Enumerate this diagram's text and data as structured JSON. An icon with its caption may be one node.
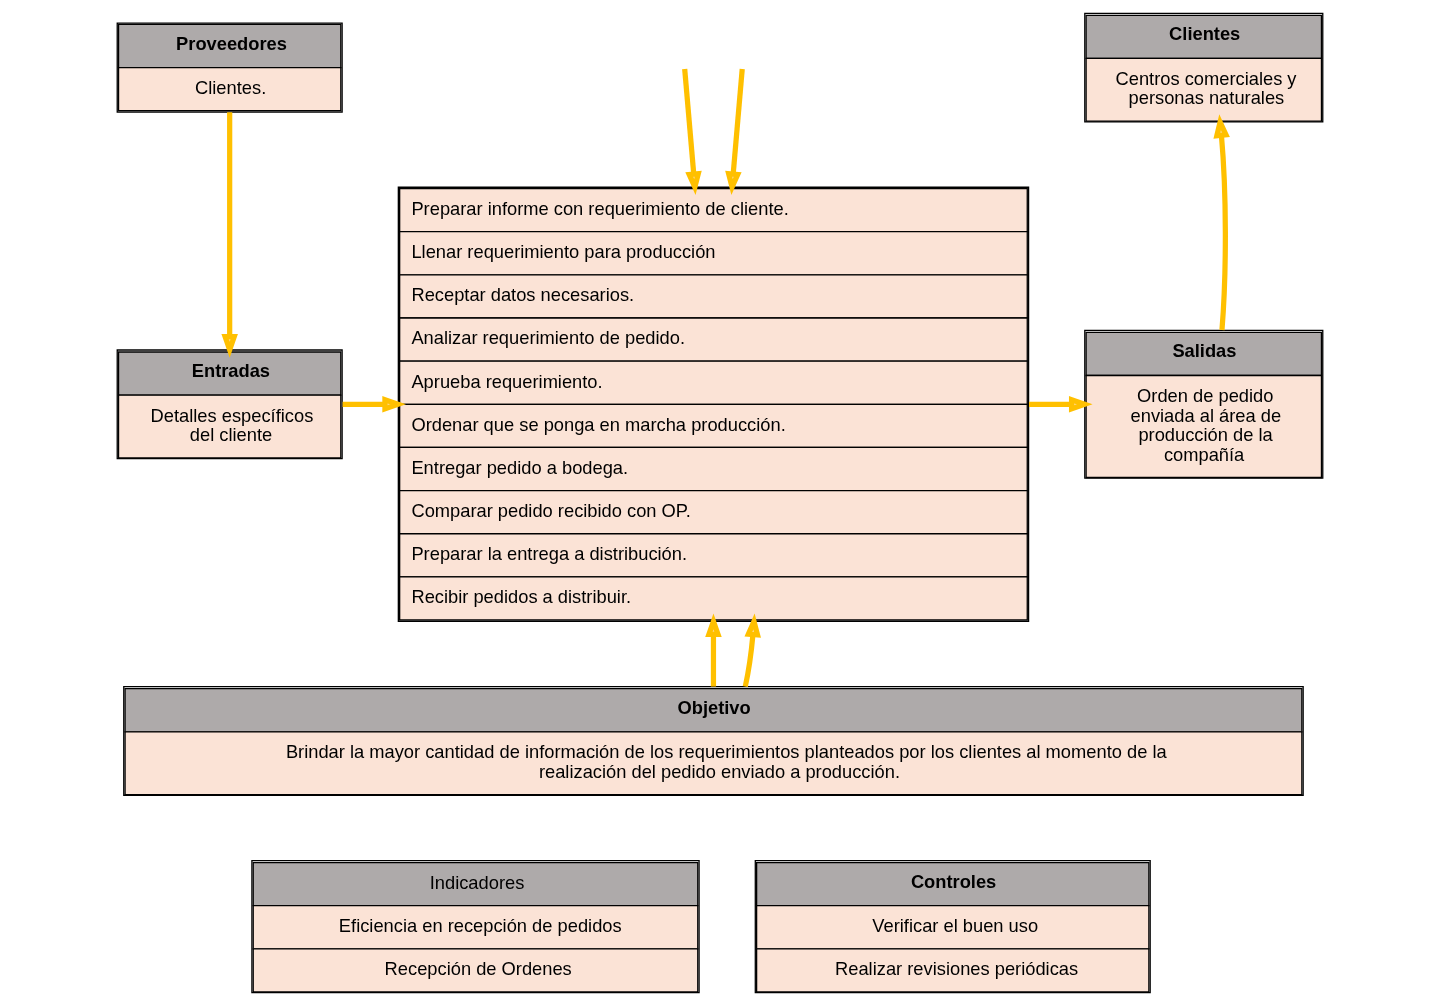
{
  "diagram": {
    "nodes": [
      {
        "text": [
          "Proveedores",
          "Clientes."
        ]
      },
      {
        "text": [
          "Entradas",
          "Detalles específicos del cliente"
        ]
      },
      {
        "text": [
          "Preparar informe con requerimiento de cliente.",
          "Llenar requerimiento para producción",
          "Receptar datos necesarios.",
          "Analizar requerimiento de pedido.",
          "Aprueba requerimiento.",
          "Ordenar que se ponga en marcha producción.",
          "Entregar pedido a bodega.",
          "Comparar pedido recibido con OP.",
          "Preparar la entrega a distribución.",
          "Recibir pedidos a distribuir."
        ]
      },
      {
        "text": [
          "Salidas",
          "Orden de pedido enviada al área de producción de la compañía"
        ]
      },
      {
        "text": [
          "Clientes",
          "Centros comerciales y personas naturales"
        ]
      },
      {
        "text": [
          "Objetivo",
          "Brindar la mayor cantidad de información de los requerimientos planteados por los clientes al momento de la realización del pedido enviado a producción."
        ]
      },
      {
        "text": [
          "Indicadores",
          "Eficiencia en recepción de pedidos",
          "Recepción de Ordenes"
        ]
      },
      {
        "text": [
          "Controles",
          "Verificar el buen uso",
          "Realizar revisiones periódicas"
        ]
      }
    ],
    "edges": [
      {
        "from": 0,
        "to": 1,
        "arrow": "to"
      },
      {
        "from": 1,
        "to": 2,
        "arrow": "to"
      },
      {
        "from": 2,
        "to": 3,
        "arrow": "to"
      },
      {
        "from": 3,
        "to": 4,
        "arrow": "to"
      },
      {
        "from": null,
        "to": 2,
        "arrow": "to"
      },
      {
        "from": null,
        "to": 2,
        "arrow": "to"
      },
      {
        "from": 5,
        "to": 2,
        "arrow": "to"
      },
      {
        "from": 5,
        "to": 2,
        "arrow": "to"
      }
    ]
  }
}
